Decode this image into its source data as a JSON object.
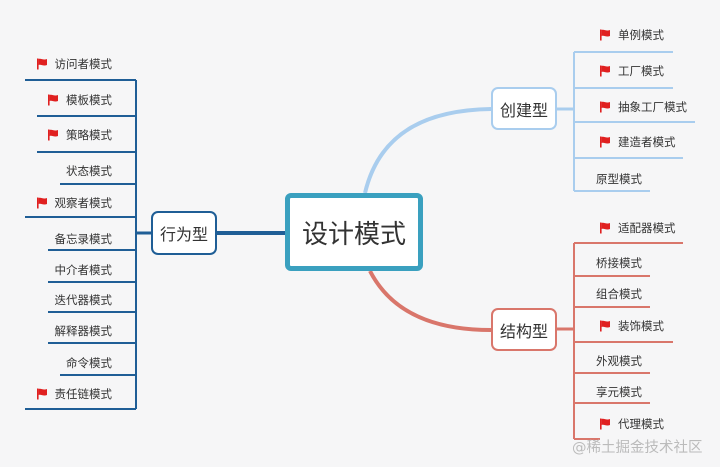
{
  "root": {
    "label": "设计模式",
    "color": "#3aa0bf"
  },
  "branches": {
    "behavioral": {
      "label": "行为型",
      "color": "#1f5e96",
      "items": [
        {
          "label": "访问者模式",
          "flag": true
        },
        {
          "label": "模板模式",
          "flag": true
        },
        {
          "label": "策略模式",
          "flag": true
        },
        {
          "label": "状态模式",
          "flag": false
        },
        {
          "label": "观察者模式",
          "flag": true
        },
        {
          "label": "备忘录模式",
          "flag": false
        },
        {
          "label": "中介者模式",
          "flag": false
        },
        {
          "label": "迭代器模式",
          "flag": false
        },
        {
          "label": "解释器模式",
          "flag": false
        },
        {
          "label": "命令模式",
          "flag": false
        },
        {
          "label": "责任链模式",
          "flag": true
        }
      ]
    },
    "creational": {
      "label": "创建型",
      "color": "#a9cdee",
      "items": [
        {
          "label": "单例模式",
          "flag": true
        },
        {
          "label": "工厂模式",
          "flag": true
        },
        {
          "label": "抽象工厂模式",
          "flag": true
        },
        {
          "label": "建造者模式",
          "flag": true
        },
        {
          "label": "原型模式",
          "flag": false
        }
      ]
    },
    "structural": {
      "label": "结构型",
      "color": "#d9766b",
      "items": [
        {
          "label": "适配器模式",
          "flag": true
        },
        {
          "label": "桥接模式",
          "flag": false
        },
        {
          "label": "组合模式",
          "flag": false
        },
        {
          "label": "装饰模式",
          "flag": true
        },
        {
          "label": "外观模式",
          "flag": false
        },
        {
          "label": "享元模式",
          "flag": false
        },
        {
          "label": "代理模式",
          "flag": true
        }
      ]
    }
  },
  "flag_icon": "red-flag-icon",
  "flag_color": "#e02020",
  "watermark": "@稀土掘金技术社区"
}
